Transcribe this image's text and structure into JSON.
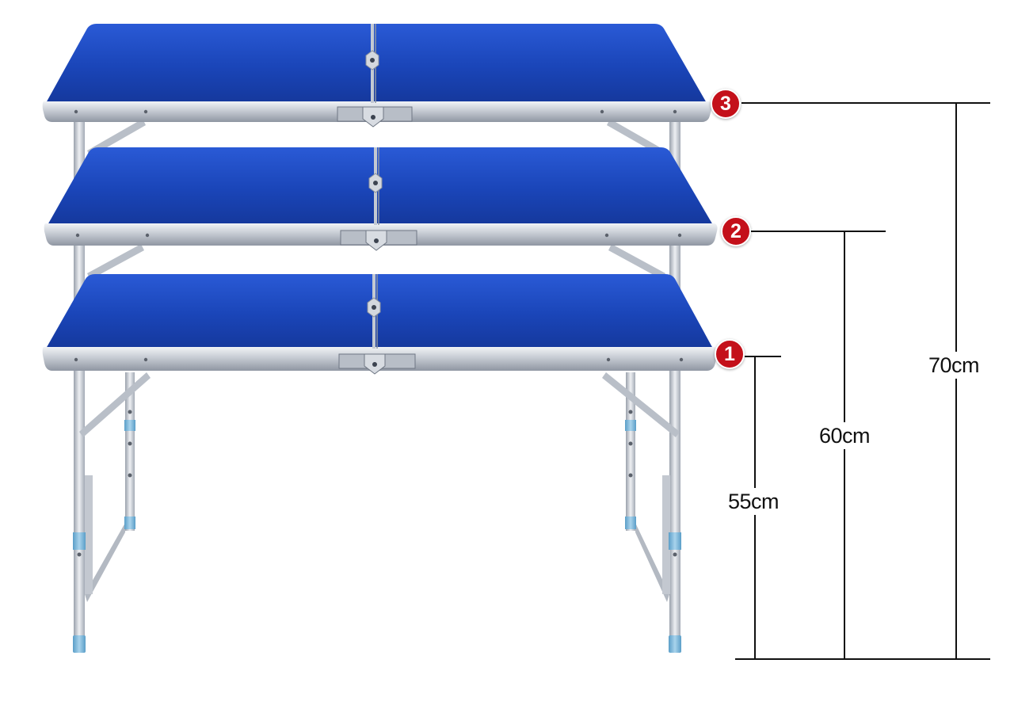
{
  "image": {
    "subject": "folding-table-height-levels",
    "colors": {
      "tabletop": "#1a45b8",
      "tabletop_highlight": "#2456d0",
      "frame_aluminum": "#c9ced6",
      "frame_shadow": "#8c939e",
      "foot_cap": "#7ab6d9",
      "badge_red": "#c4101a",
      "dimension_line": "#111111",
      "background": "#ffffff"
    },
    "height_levels": [
      {
        "badge": "1",
        "label": "55cm"
      },
      {
        "badge": "2",
        "label": "60cm"
      },
      {
        "badge": "3",
        "label": "70cm"
      }
    ]
  }
}
